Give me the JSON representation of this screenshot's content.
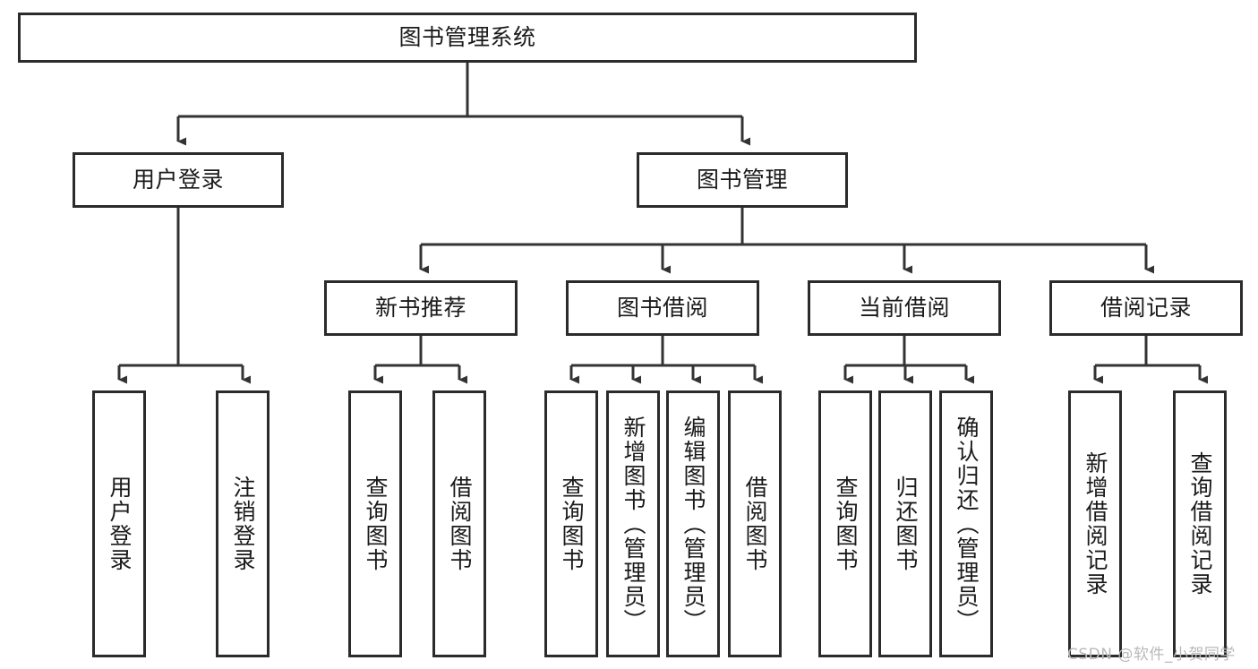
{
  "diagram": {
    "title": "图书管理系统",
    "type": "tree",
    "orientation": "top-down",
    "colors": {
      "node_border": "#2b2b2b",
      "node_fill": "#ffffff",
      "edge": "#333333",
      "text": "#1a1a1a",
      "watermark": "#b9b9b9",
      "background": "#ffffff"
    },
    "watermark": "CSDN @软件_小贺同学",
    "nodes": {
      "root": {
        "label": "图书管理系统",
        "level": 1,
        "orientation": "horizontal"
      },
      "l2": [
        {
          "id": "user-login",
          "label": "用户登录",
          "level": 2,
          "orientation": "horizontal"
        },
        {
          "id": "book-manage",
          "label": "图书管理",
          "level": 2,
          "orientation": "horizontal"
        }
      ],
      "l3": [
        {
          "id": "new-book-recommend",
          "label": "新书推荐",
          "level": 3,
          "orientation": "horizontal",
          "parent": "book-manage"
        },
        {
          "id": "book-borrow",
          "label": "图书借阅",
          "level": 3,
          "orientation": "horizontal",
          "parent": "book-manage"
        },
        {
          "id": "current-borrow",
          "label": "当前借阅",
          "level": 3,
          "orientation": "horizontal",
          "parent": "book-manage"
        },
        {
          "id": "borrow-record",
          "label": "借阅记录",
          "level": 3,
          "orientation": "horizontal",
          "parent": "book-manage"
        }
      ],
      "leaves": [
        {
          "id": "leaf-user-login",
          "label": "用户登录",
          "parent": "user-login",
          "orientation": "vertical"
        },
        {
          "id": "leaf-user-logout",
          "label": "注销登录",
          "parent": "user-login",
          "orientation": "vertical"
        },
        {
          "id": "leaf-query-book-1",
          "label": "查询图书",
          "parent": "new-book-recommend",
          "orientation": "vertical"
        },
        {
          "id": "leaf-borrow-book-1",
          "label": "借阅图书",
          "parent": "new-book-recommend",
          "orientation": "vertical"
        },
        {
          "id": "leaf-query-book-2",
          "label": "查询图书",
          "parent": "book-borrow",
          "orientation": "vertical"
        },
        {
          "id": "leaf-add-book",
          "label": "新增图书（管理员）",
          "parent": "book-borrow",
          "orientation": "vertical"
        },
        {
          "id": "leaf-edit-book",
          "label": "编辑图书（管理员）",
          "parent": "book-borrow",
          "orientation": "vertical"
        },
        {
          "id": "leaf-borrow-book-2",
          "label": "借阅图书",
          "parent": "book-borrow",
          "orientation": "vertical"
        },
        {
          "id": "leaf-query-book-3",
          "label": "查询图书",
          "parent": "current-borrow",
          "orientation": "vertical"
        },
        {
          "id": "leaf-return-book",
          "label": "归还图书",
          "parent": "current-borrow",
          "orientation": "vertical"
        },
        {
          "id": "leaf-confirm-return",
          "label": "确认归还（管理员）",
          "parent": "current-borrow",
          "orientation": "vertical"
        },
        {
          "id": "leaf-add-record",
          "label": "新增借阅记录",
          "parent": "borrow-record",
          "orientation": "vertical"
        },
        {
          "id": "leaf-query-record",
          "label": "查询借阅记录",
          "parent": "borrow-record",
          "orientation": "vertical"
        }
      ]
    }
  }
}
